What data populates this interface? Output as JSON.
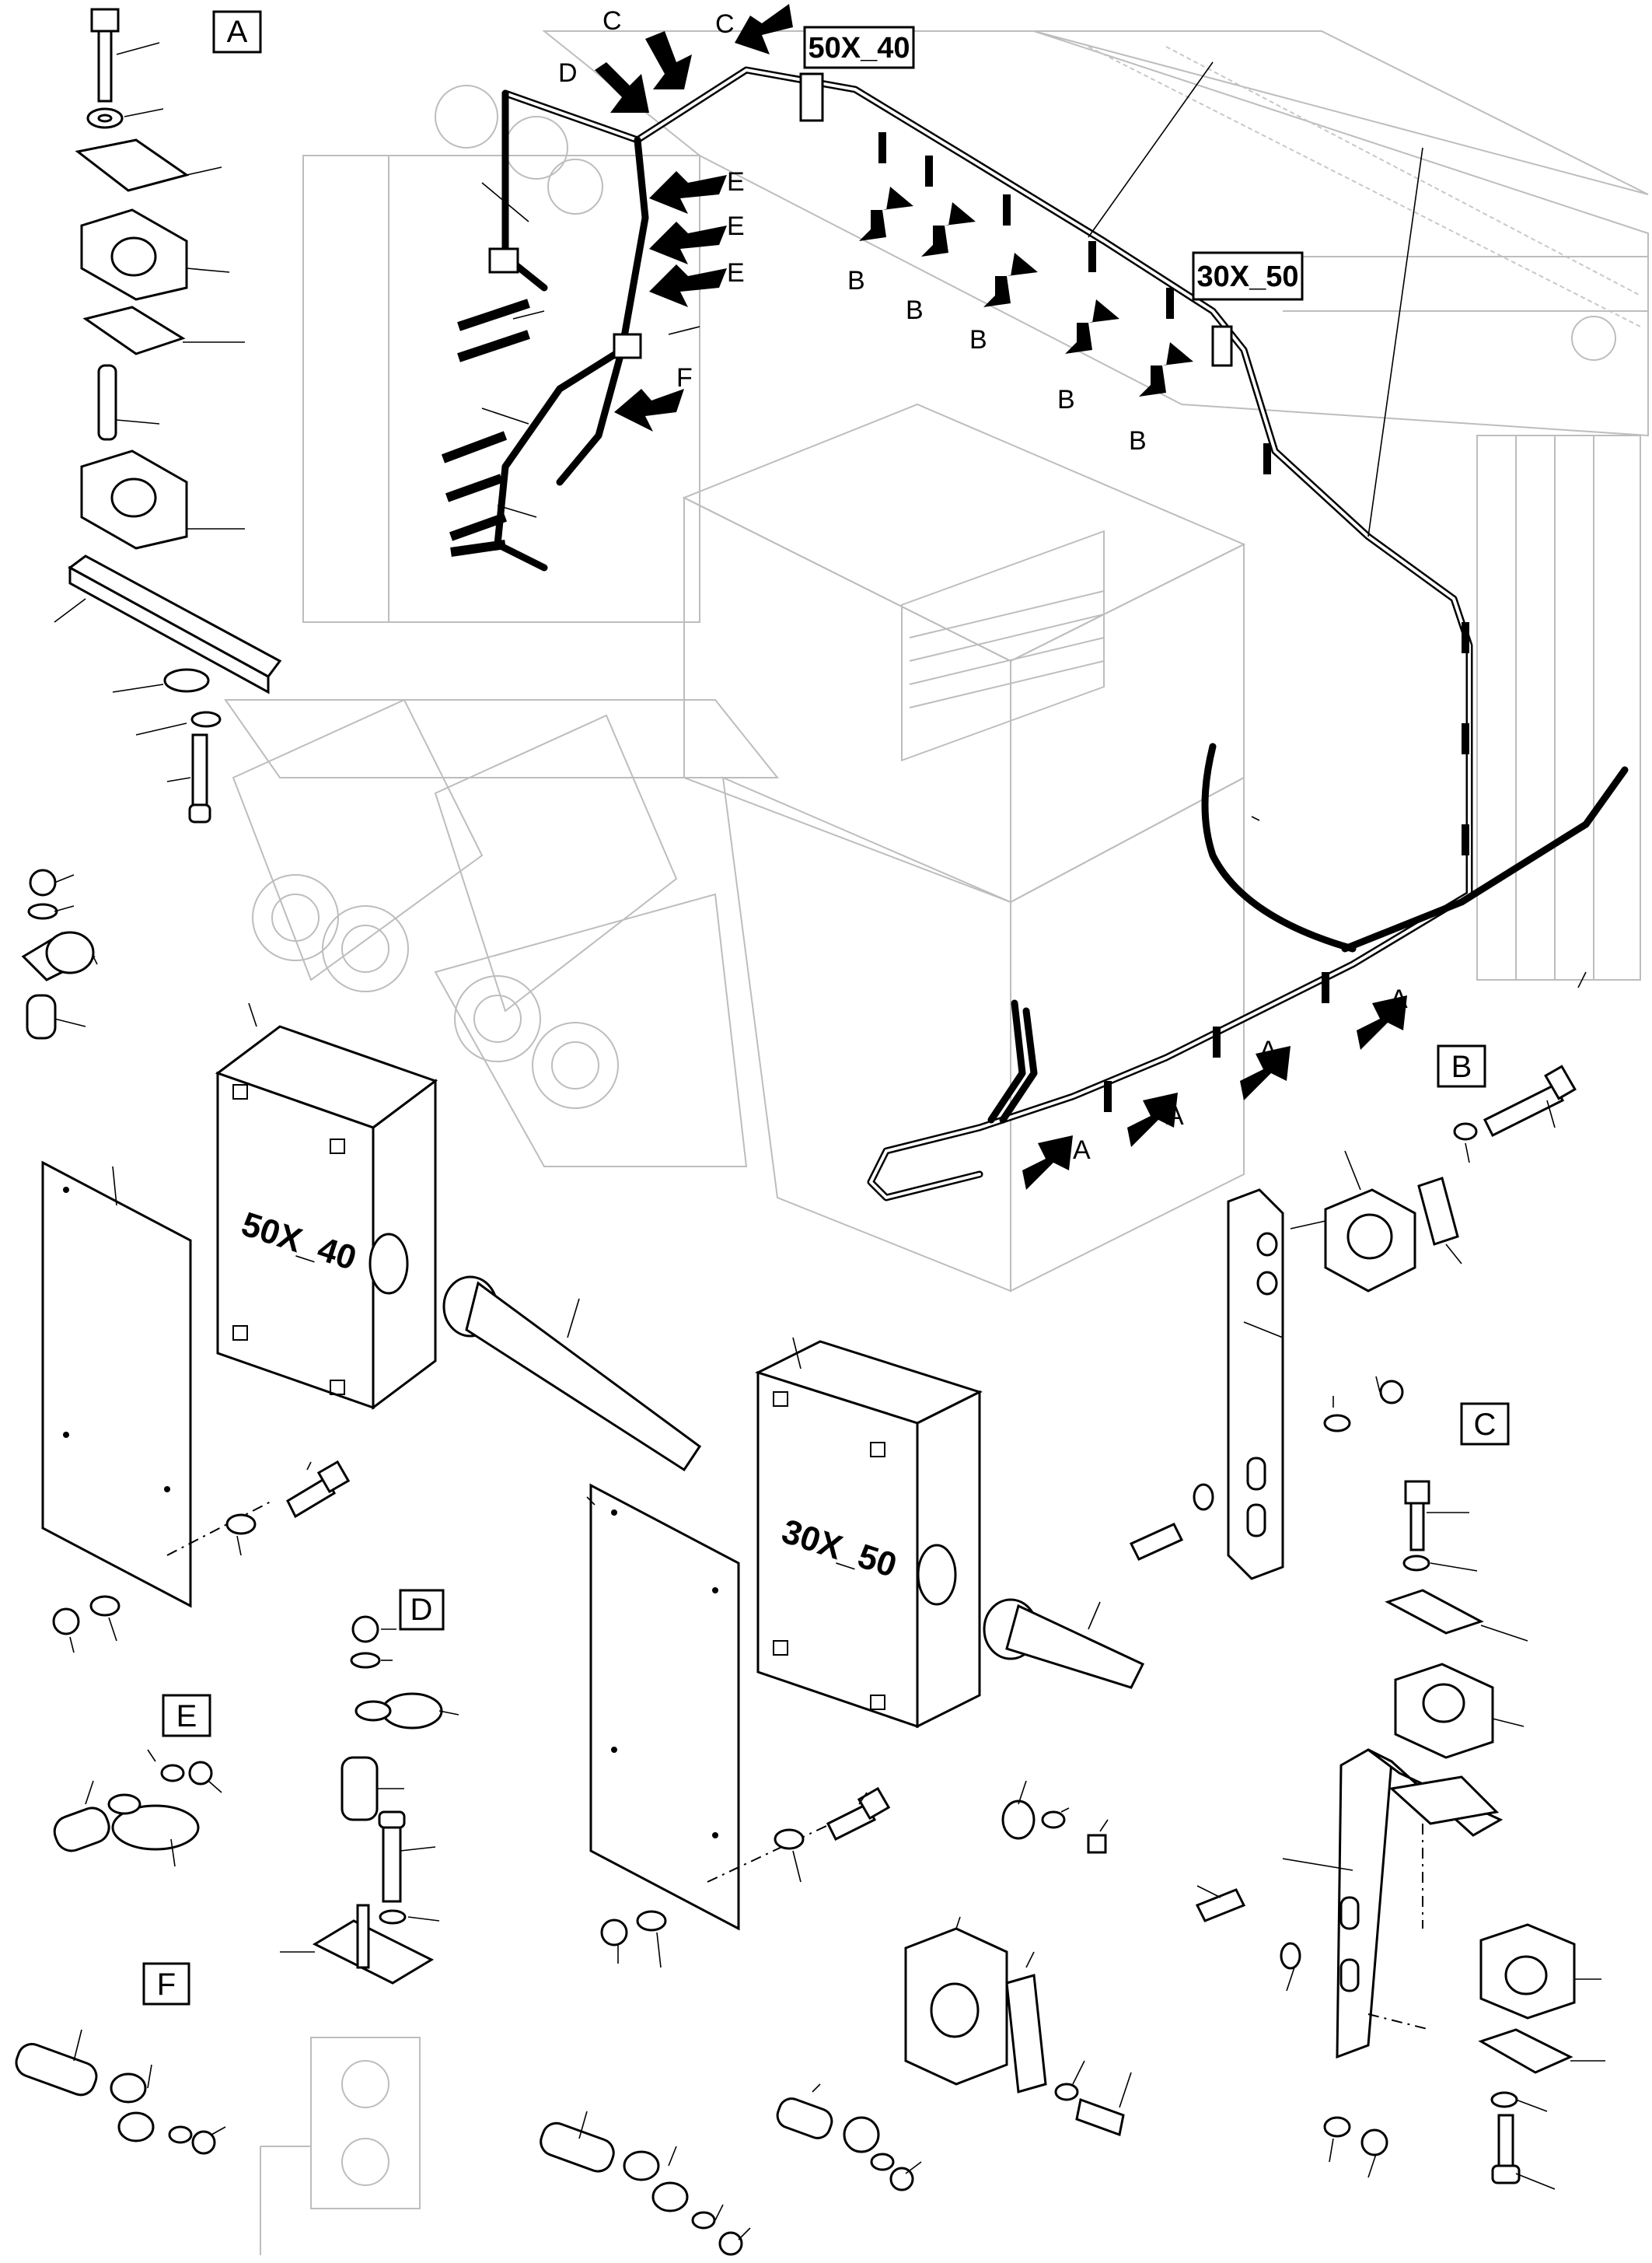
{
  "detail_labels": {
    "a": "A",
    "b": "B",
    "c": "C",
    "d": "D",
    "e": "E",
    "f": "F"
  },
  "junction_boxes": {
    "box_50x40": "50X_40",
    "box_30x50": "30X_50"
  },
  "pointer_letters": {
    "a": "A",
    "b": "B",
    "c": "C",
    "d": "D",
    "e": "E",
    "f": "F"
  },
  "colors": {
    "line": "#000000",
    "background_outline": "#bdbdbd",
    "paper": "#ffffff",
    "arrow_fill": "#000000"
  }
}
